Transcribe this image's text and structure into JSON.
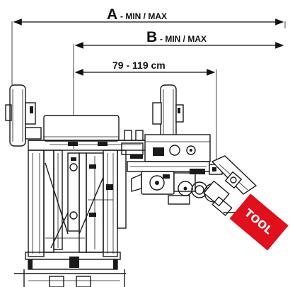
{
  "dimensions": {
    "a": {
      "letter": "A",
      "range": "- MIN / MAX"
    },
    "b": {
      "letter": "B",
      "range": "- MIN / MAX"
    },
    "c": {
      "range": "79 - 119 cm"
    }
  },
  "tool": {
    "label": "TOOL",
    "color": "#e0101c"
  },
  "colors": {
    "line": "#1a1a1a"
  }
}
